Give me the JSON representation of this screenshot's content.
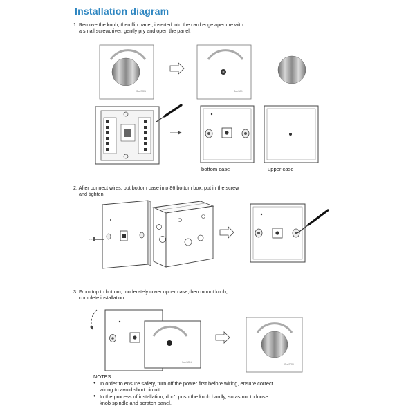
{
  "title": "Installation diagram",
  "steps": [
    {
      "line1": "1. Remove the knob, then flip panel, inserted into the card edge aperture with",
      "line2": "a small screwdriver, gently pry and open the panel."
    },
    {
      "line1": "2. After connect wires, put bottom case into 86 bottom box, put in the screw",
      "line2": "and tighten."
    },
    {
      "line1": "3. From top to bottom, moderately cover upper case,then mount knob,",
      "line2": "complete installation."
    }
  ],
  "captions": {
    "bottom_case": "bottom case",
    "upper_case": "upper case"
  },
  "brand_mark": "SunSON",
  "notes": {
    "heading": "NOTES:",
    "items": [
      {
        "line1": "In order to ensure safety, turn off the power first before wiring, ensure correct",
        "line2": "wiring to avoid short circuit."
      },
      {
        "line1": "In the process of installation, don't push the knob hardly, so as not to loose",
        "line2": "knob spindle and scratch panel."
      }
    ]
  }
}
